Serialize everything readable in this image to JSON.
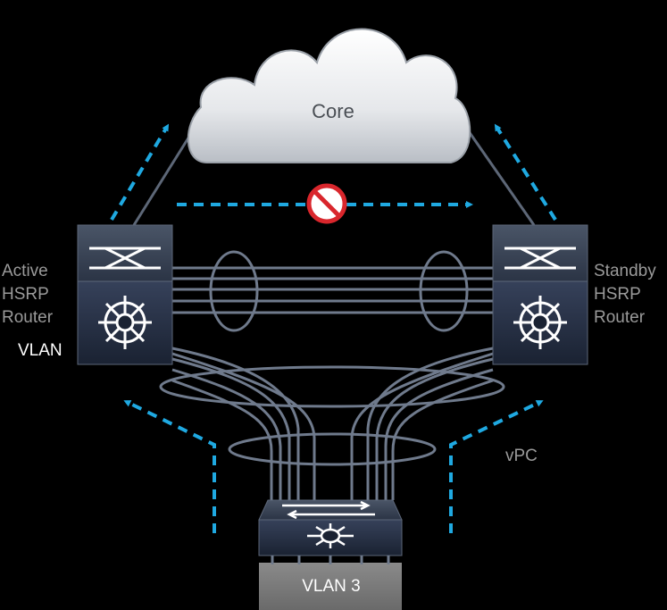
{
  "diagram": {
    "core_label": "Core",
    "left_router": {
      "line1": "Active",
      "line2": "HSRP",
      "line3": "Router",
      "vlan": "VLAN"
    },
    "right_router": {
      "line1": "Standby",
      "line2": "HSRP",
      "line3": "Router"
    },
    "vpc_label": "vPC",
    "access_label": "VLAN 3"
  },
  "colors": {
    "background": "#000000",
    "arrow": "#1fa9e1",
    "blocked": "#d9262c",
    "link": "#6f7a8c",
    "switch_body": "#2a3446",
    "cloud": "#e9ebee",
    "access_base": "#7d7d7d"
  }
}
